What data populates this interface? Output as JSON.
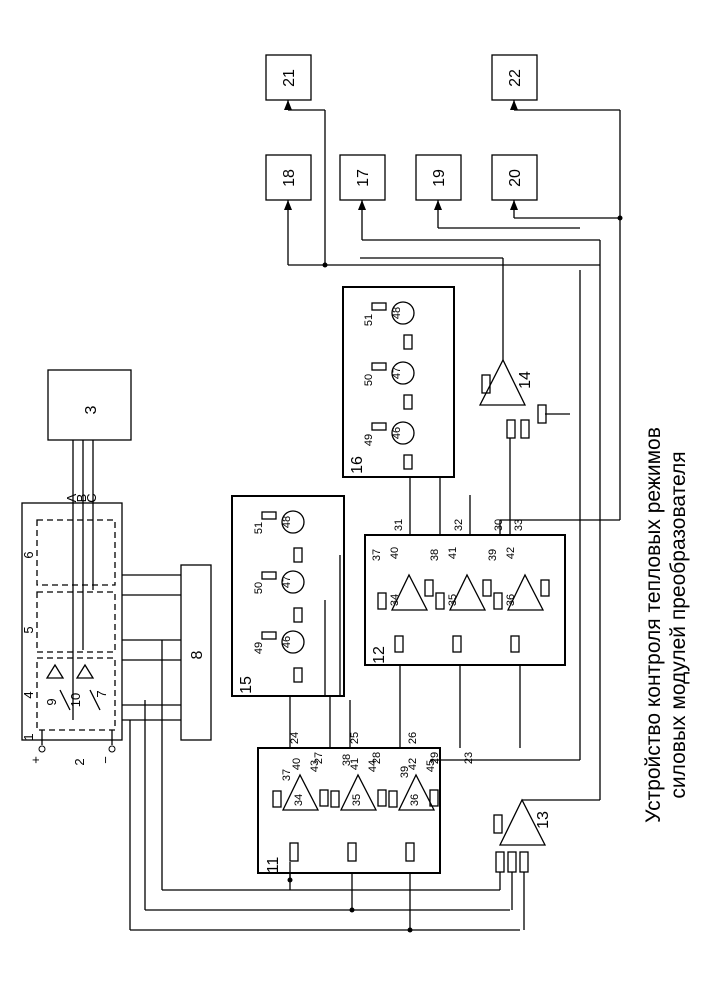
{
  "title": {
    "line1": "Устройство контроля тепловых режимов",
    "line2": "силовых модулей преобразователя"
  },
  "blocks": {
    "b1": "1",
    "b2": "2",
    "b3": "3",
    "b4": "4",
    "b5": "5",
    "b6": "6",
    "b8": "8",
    "b9": "9",
    "b10": "10",
    "b7": "7",
    "b11": "11",
    "b12": "12",
    "b13": "13",
    "b14": "14",
    "b15": "15",
    "b16": "16",
    "b17": "17",
    "b18": "18",
    "b19": "19",
    "b20": "20",
    "b21": "21",
    "b22": "22"
  },
  "terminals": {
    "plus": "+",
    "minus": "−",
    "phase_a": "A",
    "phase_b": "B",
    "phase_c": "C"
  },
  "nodes": {
    "n23": "23",
    "n24": "24",
    "n25": "25",
    "n26": "26",
    "n27": "27",
    "n28": "28",
    "n29": "29",
    "n30": "30",
    "n31": "31",
    "n32": "32",
    "n33": "33",
    "n34": "34",
    "n35": "35",
    "n36": "36",
    "n37": "37",
    "n38": "38",
    "n39": "39",
    "n40": "40",
    "n41": "41",
    "n42": "42",
    "n43": "43",
    "n44": "44",
    "n45": "45",
    "n46": "46",
    "n47": "47",
    "n48": "48",
    "n49": "49",
    "n50": "50",
    "n51": "51"
  }
}
